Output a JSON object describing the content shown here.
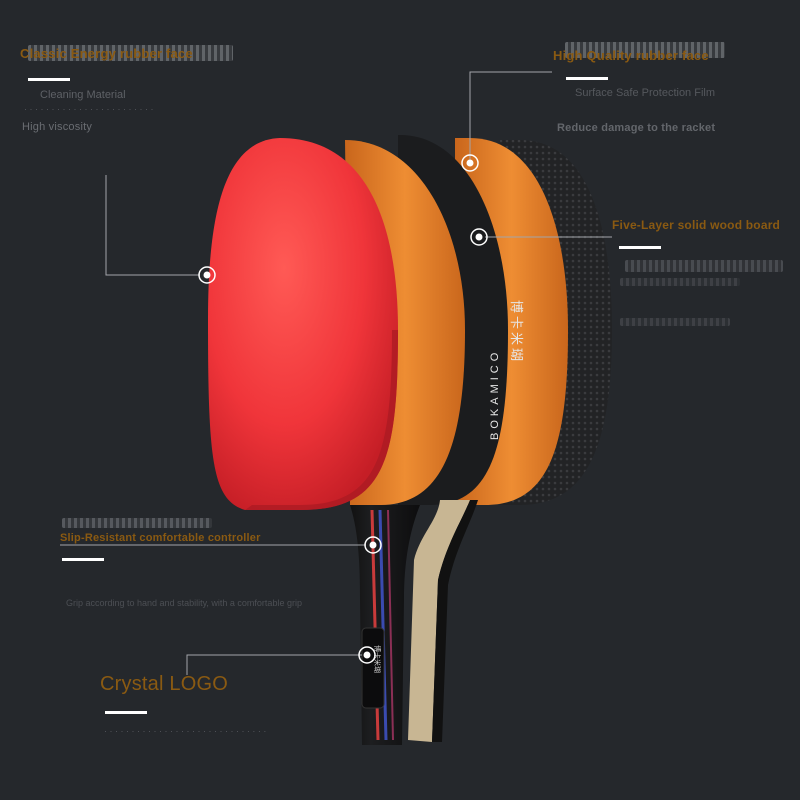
{
  "colors": {
    "background": "#25282c",
    "label_orange": "#8a5a12",
    "label_gray": "#74777c",
    "red_rubber": "#f0353a",
    "orange_wood": "#e8852a",
    "black_layer": "#1a1b1d"
  },
  "labels": {
    "classic": {
      "title": "Classic Energy rubber face",
      "line1": "Cleaning Material",
      "line2": "High viscosity"
    },
    "high_quality": {
      "title": "High Quality rubber face",
      "line1": "Surface Safe Protection Film",
      "line2": "Reduce damage to the racket"
    },
    "five_layer": {
      "title": "Five-Layer solid wood board"
    },
    "slip_resistant": {
      "title": "Slip-Resistant comfortable controller",
      "line1": "Grip according to hand and stability, with a comfortable grip"
    },
    "crystal_logo": {
      "title": "Crystal LOGO"
    }
  },
  "blade_text": {
    "brand": "BOKAMICO",
    "chinese": "博卡米瑚",
    "handle_logo": "博卡米瑚"
  },
  "icons": {
    "hotspot": "hotspot-ring-icon"
  }
}
